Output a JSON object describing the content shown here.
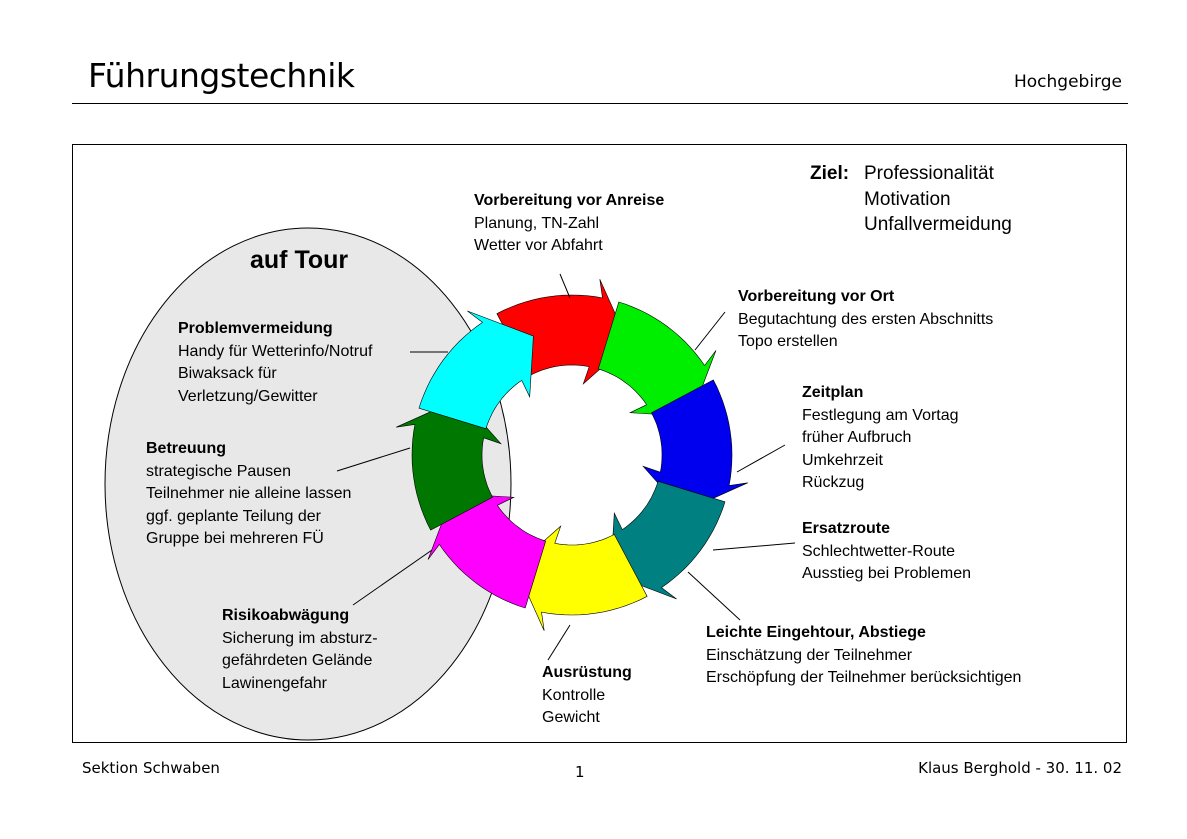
{
  "header": {
    "title": "Führungstechnik",
    "subject": "Hochgebirge"
  },
  "goal": {
    "label": "Ziel:",
    "items": [
      "Professionalität",
      "Motivation",
      "Unfallvermeidung"
    ]
  },
  "tour_label": "auf Tour",
  "blocks": {
    "vorbereitung_anreise": {
      "head": "Vorbereitung vor Anreise",
      "lines": [
        "Planung, TN-Zahl",
        "Wetter vor Abfahrt"
      ]
    },
    "vorbereitung_ort": {
      "head": "Vorbereitung vor Ort",
      "lines": [
        "Begutachtung des ersten Abschnitts",
        "Topo erstellen"
      ]
    },
    "zeitplan": {
      "head": "Zeitplan",
      "lines": [
        "Festlegung am Vortag",
        "früher Aufbruch",
        "Umkehrzeit",
        "Rückzug"
      ]
    },
    "ersatzroute": {
      "head": "Ersatzroute",
      "lines": [
        "Schlechtwetter-Route",
        "Ausstieg bei Problemen"
      ]
    },
    "leichte_eingehtour": {
      "head": "Leichte Eingehtour, Abstiege",
      "lines": [
        "Einschätzung der Teilnehmer",
        "Erschöpfung der Teilnehmer berücksichtigen"
      ]
    },
    "ausruestung": {
      "head": "Ausrüstung",
      "lines": [
        "Kontrolle",
        "Gewicht"
      ]
    },
    "risikoabwaegung": {
      "head": "Risikoabwägung",
      "lines": [
        "Sicherung im absturz-",
        "gefährdeten Gelände",
        "Lawinengefahr"
      ]
    },
    "betreuung": {
      "head": "Betreuung",
      "lines": [
        "strategische Pausen",
        "Teilnehmer nie alleine lassen",
        "ggf. geplante Teilung der",
        "Gruppe bei mehreren FÜ"
      ]
    },
    "problemvermeidung": {
      "head": "Problemvermeidung",
      "lines": [
        "Handy für Wetterinfo/Notruf",
        "Biwaksack für",
        "Verletzung/Gewitter"
      ]
    }
  },
  "cycle_colors": [
    "#ff0000",
    "#00ee00",
    "#0000ee",
    "#008080",
    "#ffff00",
    "#ff00ff",
    "#007700",
    "#00ffff"
  ],
  "footer": {
    "left": "Sektion Schwaben",
    "page": "1",
    "right": "Klaus Berghold - 30. 11. 02"
  }
}
